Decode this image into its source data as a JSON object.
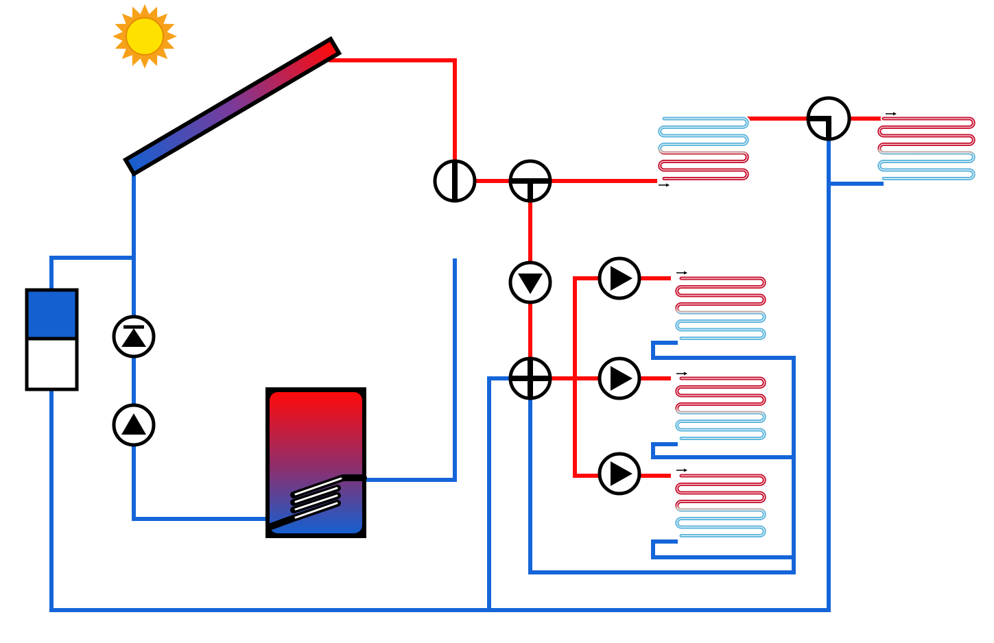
{
  "colors": {
    "supply_pipe": "#ff0a0a",
    "return_pipe": "#1565d8",
    "hot_coil": "#c8102e",
    "cold_coil": "#5ab4dc",
    "sun_core": "#ffe100",
    "sun_rays": "#f7a11a",
    "outline": "#000000"
  },
  "components": {
    "sun": "sun-icon",
    "solar_collector": "solar-collector",
    "storage_tank": "storage-tank-with-coil",
    "expansion_vessel": "expansion-vessel",
    "solar_pumps": [
      "pump-up-icon",
      "pump-up-icon"
    ],
    "valves": [
      "three-way-valve-icon",
      "three-way-valve-icon",
      "three-way-valve-icon"
    ],
    "mixing_pump": "pump-down-icon",
    "distribution_manifold": "cross-junction-icon",
    "heating_pumps": [
      "pump-right-icon",
      "pump-right-icon",
      "pump-right-icon"
    ],
    "floor_heating_loops": 5
  }
}
